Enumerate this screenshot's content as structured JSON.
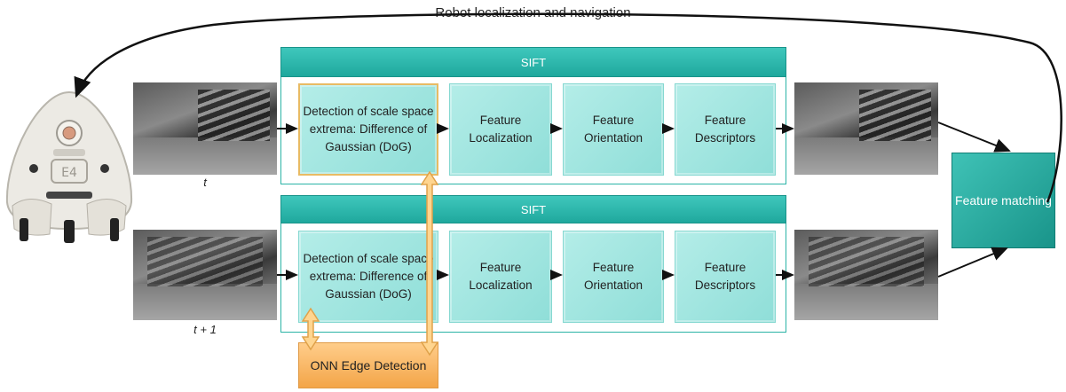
{
  "diagram": {
    "top_label": "Robot localization and navigation",
    "rows": [
      {
        "header": "SIFT",
        "caption": "t",
        "blocks": [
          "Detection of scale space extrema: Difference of Gaussian (DoG)",
          "Feature Localization",
          "Feature Orientation",
          "Feature Descriptors"
        ]
      },
      {
        "header": "SIFT",
        "caption": "t + 1",
        "blocks": [
          "Detection of scale space extrema: Difference of Gaussian (DoG)",
          "Feature Localization",
          "Feature Orientation",
          "Feature Descriptors"
        ]
      }
    ],
    "matching_label": "Feature matching",
    "onn_label": "ONN Edge Detection",
    "robot_badge": "E4",
    "colors": {
      "teal_block": "#a5e7e2",
      "teal_header": "#2bb3a6",
      "teal_dark": "#1a9a8f",
      "orange": "#f5a94a",
      "arrow": "#111111"
    }
  }
}
